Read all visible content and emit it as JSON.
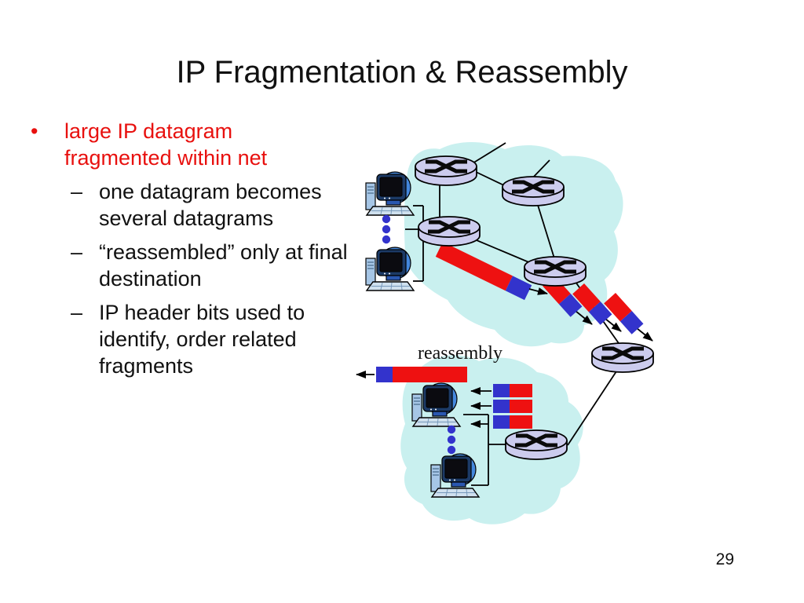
{
  "slide": {
    "title": "IP Fragmentation & Reassembly",
    "page_number": "29"
  },
  "content": {
    "bullet_marker": "•",
    "bullet_text": "large IP datagram fragmented within net",
    "sub_marker": "–",
    "subbullets": [
      "one datagram becomes several datagrams",
      "“reassembled” only at final destination",
      "IP header bits used to identify, order related fragments"
    ]
  },
  "diagram": {
    "reassembly_label": "reassembly",
    "icons": [
      "network-cloud",
      "router-icon",
      "host-computer-icon",
      "datagram-bar",
      "fragment-bar",
      "arrow"
    ],
    "colors": {
      "cloud_cyan": "#c9f0ef",
      "router_fill": "#ccccee",
      "datagram_red": "#ee1111",
      "header_blue": "#3333cc",
      "bullet_red": "#e8100e",
      "text_black": "#111111"
    }
  }
}
